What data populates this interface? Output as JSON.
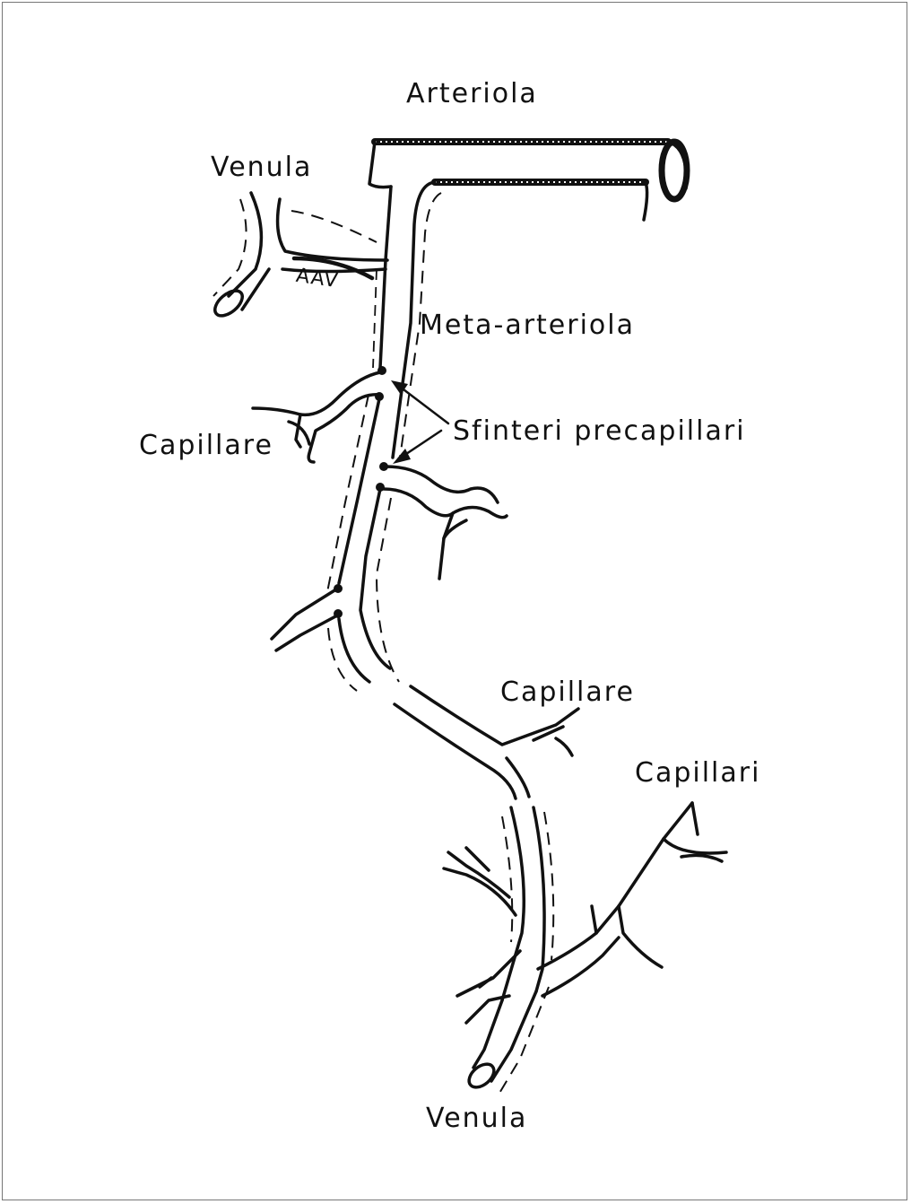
{
  "labels": {
    "arteriola": "Arteriola",
    "venula_top": "Venula",
    "aav": "AAV",
    "meta_arteriola": "Meta-arteriola",
    "sfinteri": "Sfinteri precapillari",
    "capillare_left": "Capillare",
    "capillare_mid": "Capillare",
    "capillari": "Capillari",
    "venula_bottom": "Venula"
  }
}
